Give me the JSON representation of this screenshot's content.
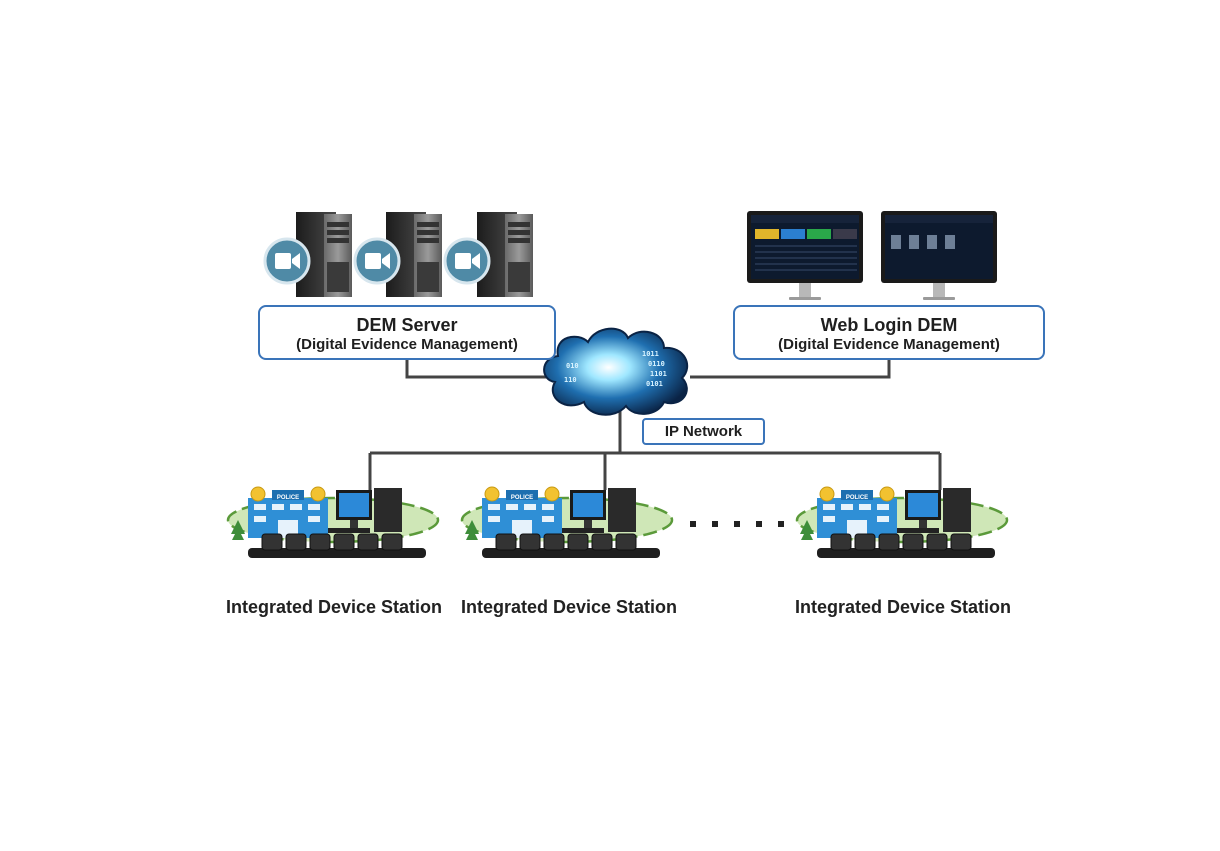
{
  "dem_server": {
    "title": "DEM Server",
    "subtitle": "(Digital Evidence Management)"
  },
  "web_login": {
    "title": "Web Login DEM",
    "subtitle": "(Digital Evidence Management)"
  },
  "network": {
    "label": "IP Network"
  },
  "stations": [
    {
      "label": "Integrated Device Station",
      "police_sign": "POLICE"
    },
    {
      "label": "Integrated Device Station",
      "police_sign": "POLICE"
    },
    {
      "label": "Integrated Device Station",
      "police_sign": "POLICE"
    }
  ],
  "colors": {
    "box_border": "#3a74b9",
    "line": "#444444",
    "camera_circle": "#4f8aa6",
    "building_blue": "#2f8fd6",
    "grass": "#cfe7b7"
  },
  "icons": [
    "server-tower-icon",
    "video-camera-icon",
    "monitor-icon",
    "cloud-network-icon",
    "police-building-icon",
    "desktop-pc-icon",
    "charging-dock-icon"
  ]
}
